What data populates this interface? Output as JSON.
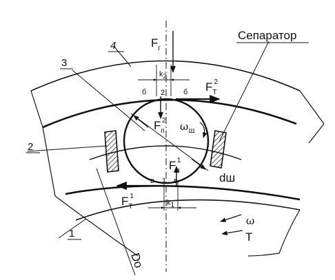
{
  "labels": {
    "separator": "Сепаратор",
    "part_1": "1",
    "part_2": "2",
    "part_3": "3",
    "part_4": "4",
    "force_radial_top": {
      "main": "F",
      "sub": "г"
    },
    "tangent_force_top": {
      "main": "F",
      "sub": "T",
      "sup": "2"
    },
    "tangent_force_bottom": {
      "main": "F",
      "sub": "T",
      "sup": "1"
    },
    "normal_force_top": {
      "main": "F",
      "sub": "п",
      "sup": "2"
    },
    "normal_force_bottom": {
      "main": "F",
      "sub": "п",
      "sup": "1"
    },
    "omega_ball": {
      "main": "ω",
      "sub": "ш"
    },
    "omega_ring": "ω",
    "torque": "T",
    "ball_diameter": "dш",
    "pitch_diameter": "Do",
    "k2": {
      "main": "k",
      "sub": "2"
    },
    "k1": {
      "main": "k",
      "sub": "1"
    },
    "point_2": "2",
    "point_1": "1",
    "b_left": "б",
    "b_right": "б",
    "v_left": "в",
    "v_right": "в"
  },
  "colors": {
    "ink": "#111111",
    "background": "#ffffff"
  }
}
